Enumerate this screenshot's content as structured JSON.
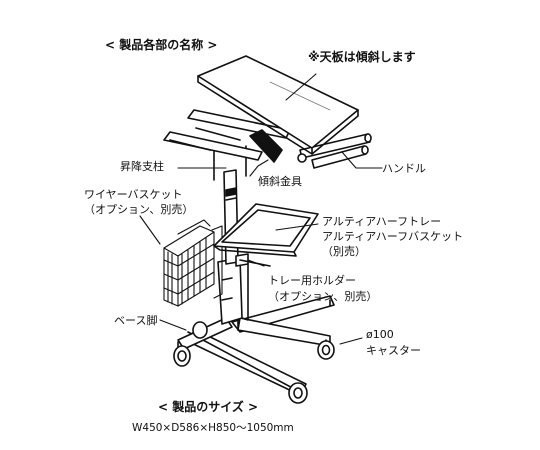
{
  "title_parts": "< 製品各部の名称 >",
  "note_tilt": "※天板は傾斜します",
  "labels": {
    "handle": "ハンドル",
    "lift_column": "昇降支柱",
    "tilt_fitting": "傾斜金具",
    "wire_basket_line1": "ワイヤーバスケット",
    "wire_basket_line2": "（オプション、別売）",
    "tray_line1": "アルティアハーフトレー",
    "tray_line2": "アルティアハーフバスケット",
    "tray_line3": "（別売）",
    "tray_holder_line1": "トレー用ホルダー",
    "tray_holder_line2": "（オプション、別売）",
    "base_leg": "ベース脚",
    "caster_line1": "ø100",
    "caster_line2": "キャスター"
  },
  "title_size": "< 製品のサイズ >",
  "size_spec": "W450×D586×H850〜1050mm"
}
